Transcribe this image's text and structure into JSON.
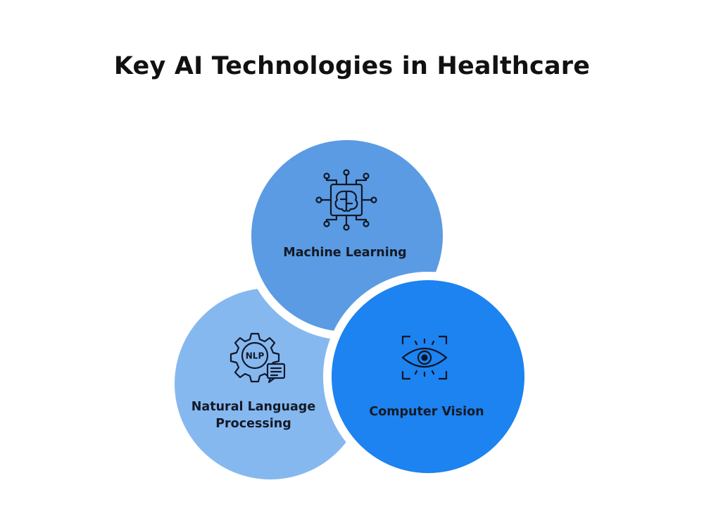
{
  "title": "Key AI Technologies in Healthcare",
  "technologies": [
    {
      "label": "Machine Learning",
      "icon": "ai-chip-icon",
      "color": "#5b9be3"
    },
    {
      "label_lines": [
        "Natural Language",
        "Processing"
      ],
      "icon": "nlp-gear-icon",
      "color": "#86b8f0"
    },
    {
      "label": "Computer Vision",
      "icon": "eye-scan-icon",
      "color": "#1c83f0"
    }
  ],
  "nlp_icon_text": "NLP",
  "colors": {
    "background": "#ffffff",
    "text": "#141a26",
    "title": "#111111"
  }
}
